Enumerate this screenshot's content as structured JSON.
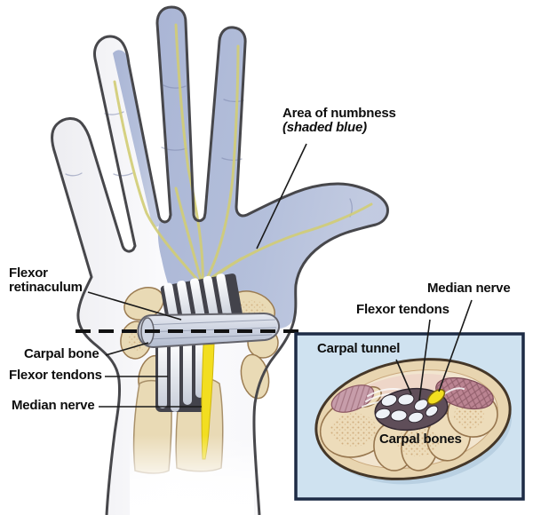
{
  "diagram": {
    "main": {
      "area_of_numbness": {
        "line1": "Area of numbness",
        "line2": "(shaded blue)"
      },
      "flexor_retinaculum": {
        "line1": "Flexor",
        "line2": "retinaculum"
      },
      "carpal_bone": "Carpal bone",
      "flexor_tendons": "Flexor tendons",
      "median_nerve": "Median nerve"
    },
    "inset": {
      "median_nerve": "Median nerve",
      "flexor_tendons": "Flexor tendons",
      "carpal_tunnel": "Carpal tunnel",
      "carpal_bones": "Carpal bones"
    },
    "colors": {
      "numbness_blue": "#aeb9d7",
      "nerve_yellow": "#f2de20",
      "nerve_branch_olive": "#d2cd75",
      "bone_tan": "#e9dab5",
      "carpal_tunnel_brown": "#5f4e59",
      "muscle_mauve": "#bb8492",
      "inset_background": "#cfe2f0",
      "inset_border": "#1d2b45",
      "outline": "#47474b"
    }
  }
}
